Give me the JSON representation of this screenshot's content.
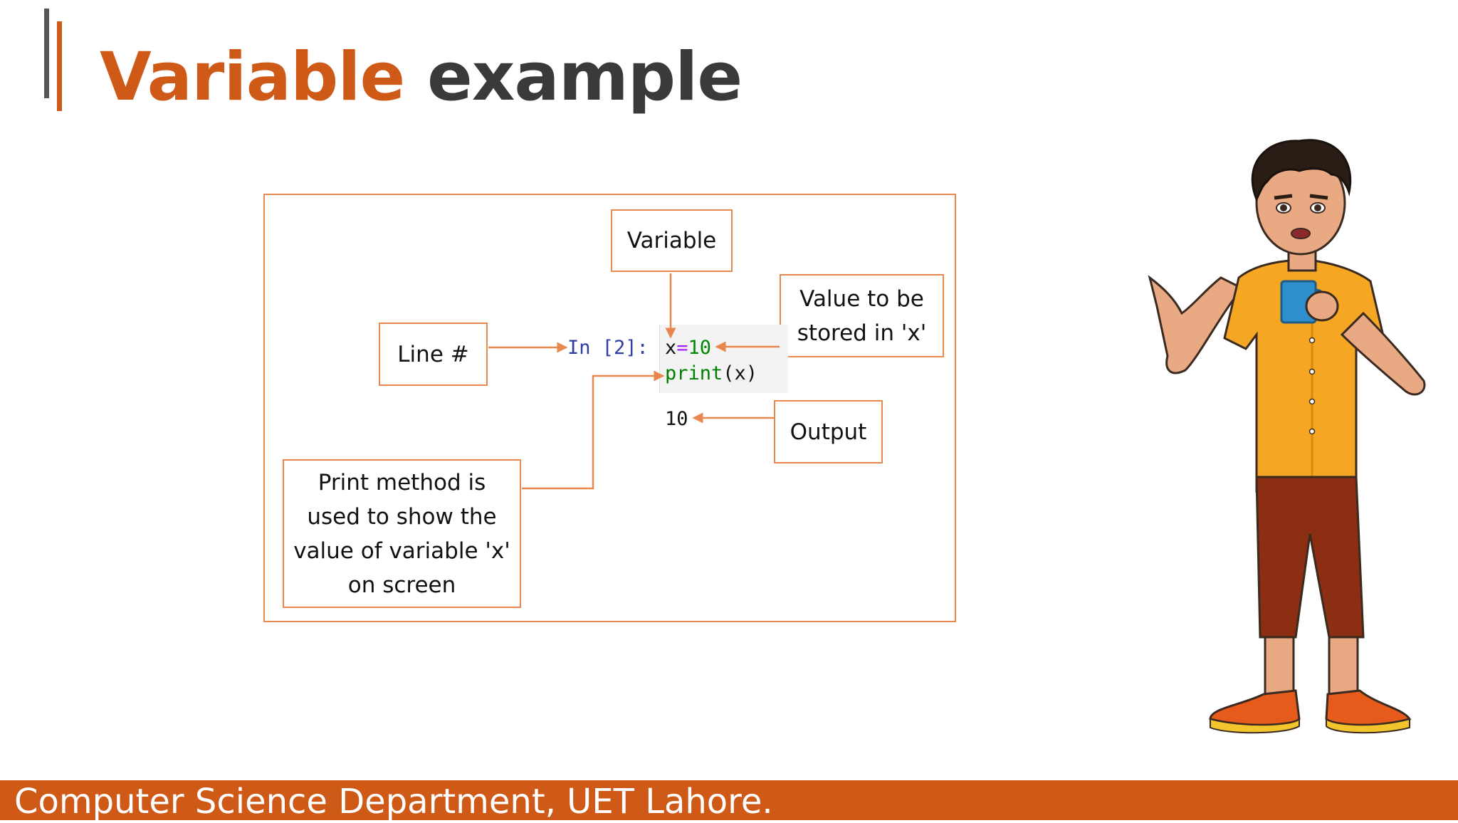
{
  "slide": {
    "title_word1": "Variable",
    "title_word2": "example"
  },
  "diagram": {
    "labels": {
      "variable": "Variable",
      "value": [
        "Value to be",
        "stored in 'x'"
      ],
      "line": "Line #",
      "output": "Output",
      "print": [
        "Print method is",
        "used to show the",
        "value of variable 'x'",
        "on screen"
      ]
    },
    "code": {
      "prompt": "In [2]:",
      "line1_var": "x",
      "line1_op": "=",
      "line1_num": "10",
      "line2_fn": "print",
      "line2_args": "(x)",
      "output": "10"
    }
  },
  "footer": {
    "text": "Computer Science Department, UET Lahore."
  },
  "colors": {
    "accent": "#cf5a18",
    "box_border": "#e8884e",
    "title_dark": "#3a3a3a"
  }
}
